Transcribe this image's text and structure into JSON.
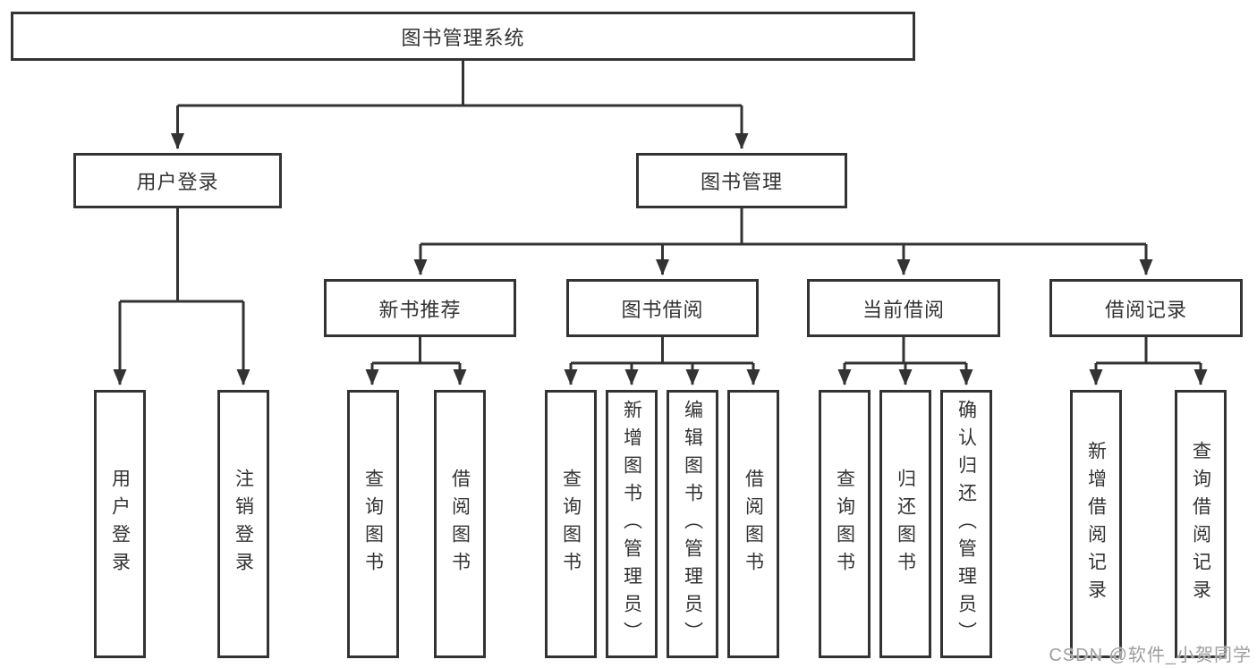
{
  "tree": {
    "root": {
      "label": "图书管理系统"
    },
    "level2": [
      {
        "label": "用户登录"
      },
      {
        "label": "图书管理"
      }
    ],
    "level3": [
      {
        "label": "新书推荐"
      },
      {
        "label": "图书借阅"
      },
      {
        "label": "当前借阅"
      },
      {
        "label": "借阅记录"
      }
    ],
    "leaves": [
      {
        "label": "用户登录"
      },
      {
        "label": "注销登录"
      },
      {
        "label": "查询图书"
      },
      {
        "label": "借阅图书"
      },
      {
        "label": "查询图书"
      },
      {
        "label": "新增图书（管理员）"
      },
      {
        "label": "编辑图书（管理员）"
      },
      {
        "label": "借阅图书"
      },
      {
        "label": "查询图书"
      },
      {
        "label": "归还图书"
      },
      {
        "label": "确认归还（管理员）"
      },
      {
        "label": "新增借阅记录"
      },
      {
        "label": "查询借阅记录"
      }
    ]
  },
  "watermark": {
    "text": "CSDN @软件_小贺同学",
    "color": "#9e9e9e"
  },
  "colors": {
    "line": "#333333",
    "box_border": "#333333",
    "text": "#333333",
    "background": "#ffffff"
  }
}
